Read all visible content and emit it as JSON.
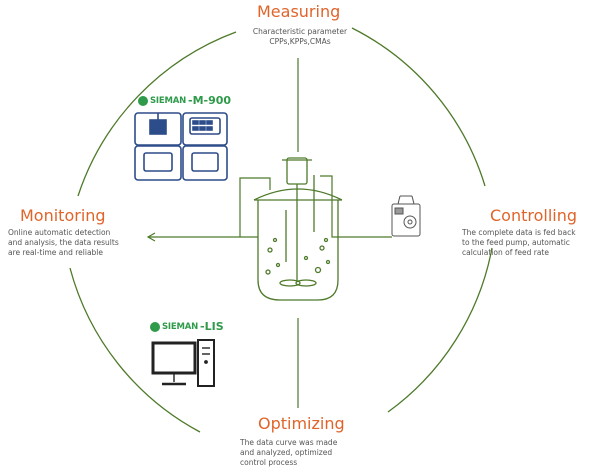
{
  "stages": {
    "measuring": {
      "title": "Measuring",
      "lines": [
        "Characteristic parameter",
        "CPPs,KPPs,CMAs"
      ]
    },
    "monitoring": {
      "title": "Monitoring",
      "lines": [
        "Online automatic detection",
        "and analysis, the data results",
        "are real-time and reliable"
      ]
    },
    "controlling": {
      "title": "Controlling",
      "lines": [
        "The complete data is fed back",
        "to the feed pump, automatic",
        "calculation of feed rate"
      ]
    },
    "optimizing": {
      "title": "Optimizing",
      "lines": [
        "The data curve was made",
        "and analyzed, optimized",
        "control process"
      ]
    }
  },
  "brands": {
    "m900": {
      "name": "SIEMAN",
      "model": "-M-900"
    },
    "lis": {
      "name": "SIEMAN",
      "model": "-LIS"
    }
  },
  "colors": {
    "accent": "#e0642a",
    "cycle": "#4e7a2a",
    "brand": "#2e9a4a",
    "device": "#2d4c8a"
  }
}
